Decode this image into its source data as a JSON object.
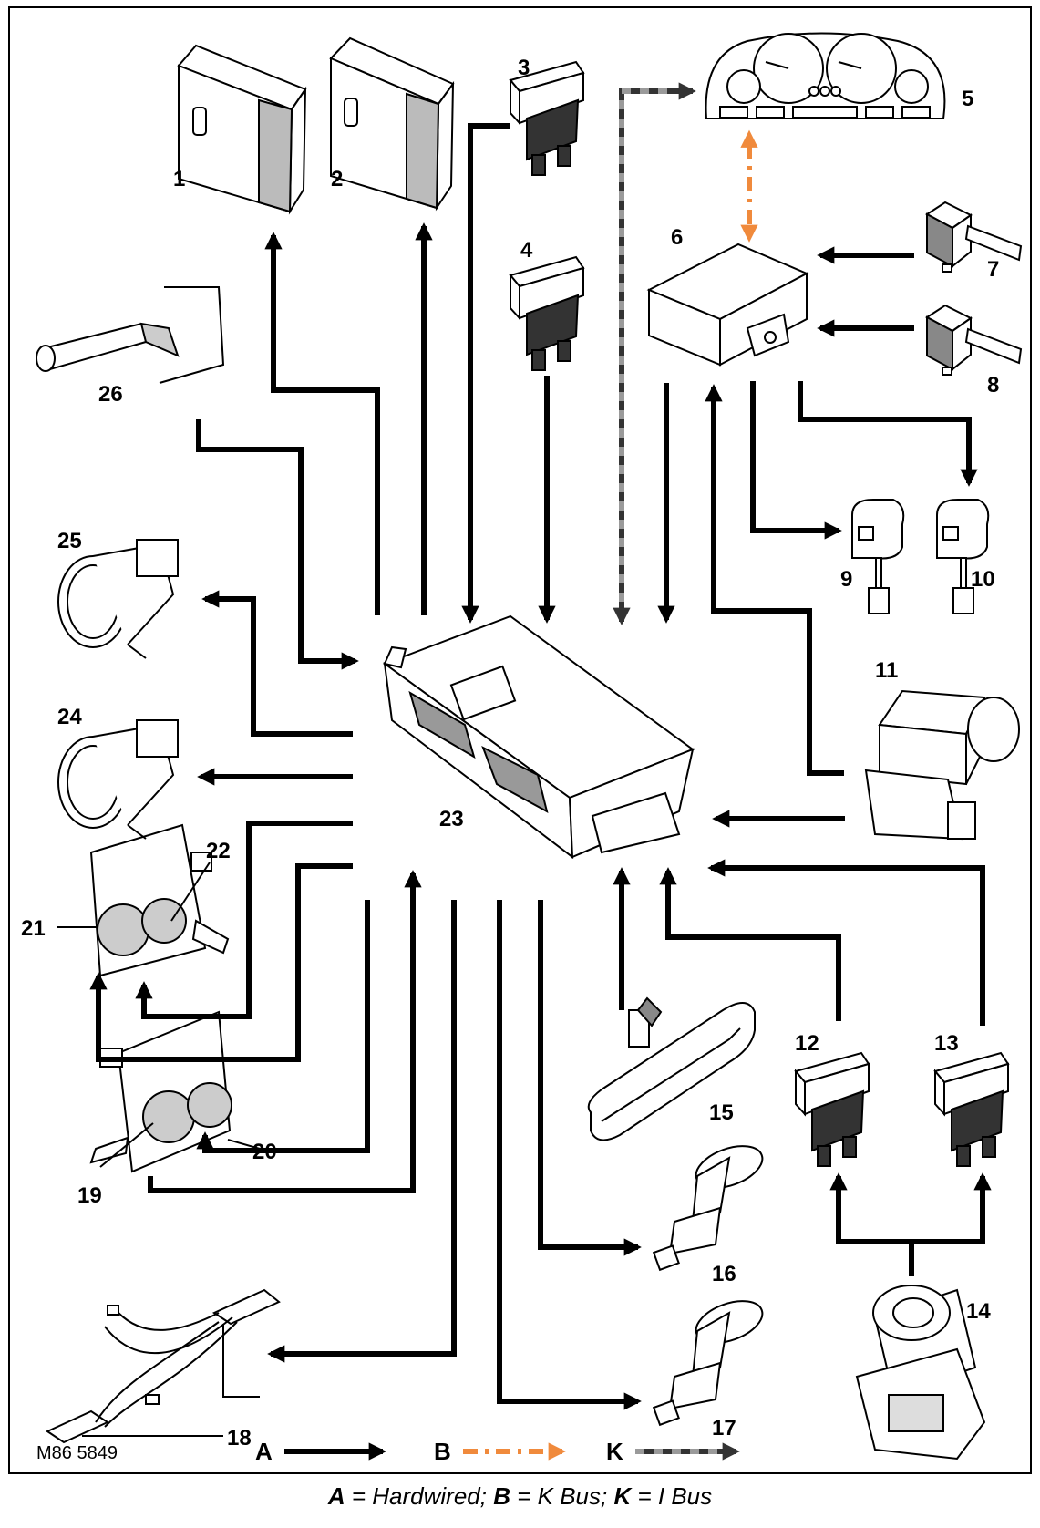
{
  "reference": "M86 5849",
  "labels": {
    "c1": "1",
    "c2": "2",
    "c3": "3",
    "c4": "4",
    "c5": "5",
    "c6": "6",
    "c7": "7",
    "c8": "8",
    "c9": "9",
    "c10": "10",
    "c11": "11",
    "c12": "12",
    "c13": "13",
    "c14": "14",
    "c15": "15",
    "c16": "16",
    "c17": "17",
    "c18": "18",
    "c19": "19",
    "c20": "20",
    "c21": "21",
    "c22": "22",
    "c23": "23",
    "c24": "24",
    "c25": "25",
    "c26": "26"
  },
  "legend": {
    "a": "A",
    "b": "B",
    "k": "K",
    "colors": {
      "hardwired": "#000000",
      "kbus": "#f08a3c",
      "ibus_dark": "#333333",
      "ibus_light": "#9a9a9a"
    }
  },
  "caption": {
    "a_letter": "A",
    "a_text": " = Hardwired; ",
    "b_letter": "B",
    "b_text": " = K Bus; ",
    "k_letter": "K",
    "k_text": " = I Bus"
  }
}
